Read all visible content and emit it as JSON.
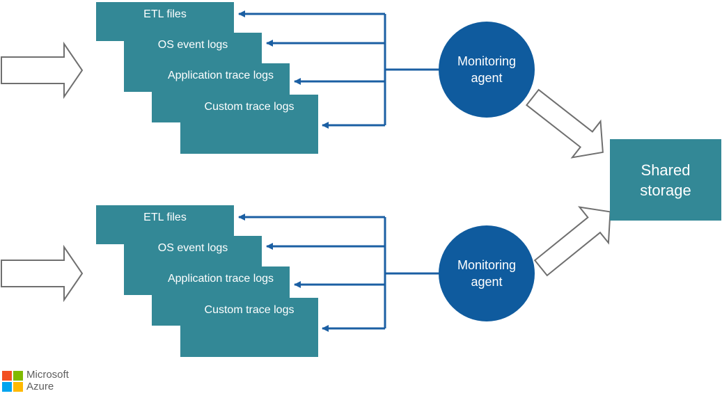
{
  "groups": [
    {
      "sources": [
        "ETL files",
        "OS event logs",
        "Application trace logs",
        "Custom trace logs"
      ],
      "agent": "Monitoring agent"
    },
    {
      "sources": [
        "ETL files",
        "OS event logs",
        "Application trace logs",
        "Custom trace logs"
      ],
      "agent": "Monitoring agent"
    }
  ],
  "storage": "Shared storage",
  "logo": {
    "line1": "Microsoft",
    "line2": "Azure"
  },
  "colors": {
    "box": "#338896",
    "agent": "#0f5b9e",
    "connector": "#1b5fa3",
    "hollow_arrow_stroke": "#6f6f6f",
    "logo_red": "#f25022",
    "logo_green": "#7fba00",
    "logo_blue": "#00a4ef",
    "logo_yellow": "#ffb900"
  }
}
